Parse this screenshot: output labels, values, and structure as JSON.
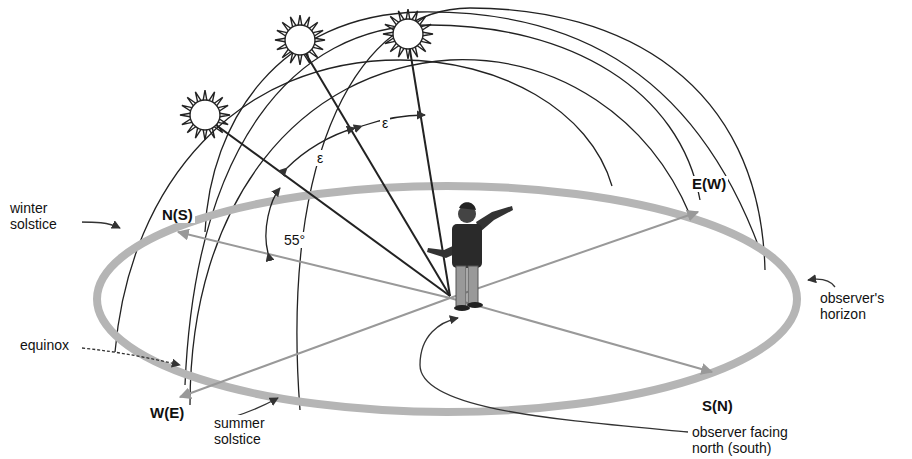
{
  "diagram": {
    "labels": [
      "winter solstice",
      "N(S)",
      "E(W)",
      "equinox",
      "W(E)",
      "summer solstice",
      "observer's horizon",
      "S(N)",
      "observer facing north (south)",
      "55°",
      "ε",
      "ε"
    ]
  }
}
